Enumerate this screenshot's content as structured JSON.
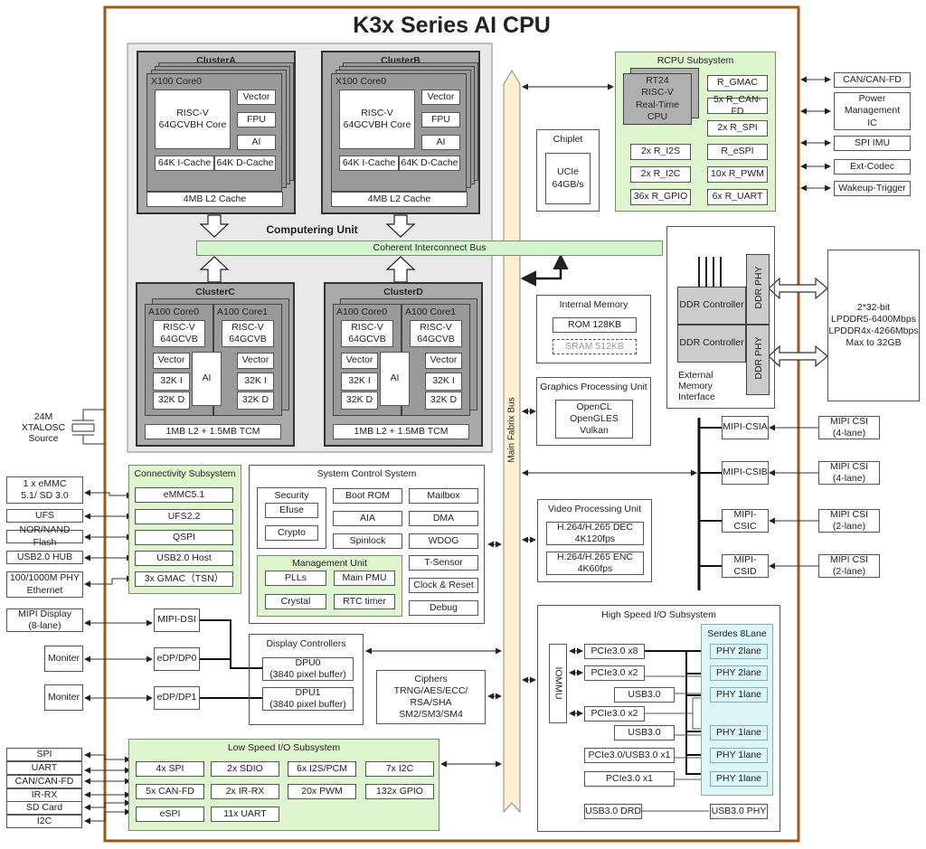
{
  "title": "K3x Series AI CPU",
  "colors": {
    "chip_border": "#9a5a1a",
    "green_fill": "#dff5cf",
    "bus_fill": "#fdf0d0",
    "interconnect_fill": "#d5f5cf",
    "serdes_fill": "#dcf6f6",
    "cluster_fill": "#aaaaaa"
  },
  "computing_unit": {
    "label": "Computering Unit",
    "interconnect": "Coherent Interconnect Bus",
    "cluster_a": {
      "name": "ClusterA",
      "core": "X100 Core0",
      "cpu": "RISC-V\n64GCVBH Core",
      "vector": "Vector",
      "fpu": "FPU",
      "ai": "AI",
      "icache": "64K I-Cache",
      "dcache": "64K D-Cache",
      "l2": "4MB L2 Cache"
    },
    "cluster_b": {
      "name": "ClusterB",
      "core": "X100 Core0",
      "cpu": "RISC-V\n64GCVBH Core",
      "vector": "Vector",
      "fpu": "FPU",
      "ai": "AI",
      "icache": "64K I-Cache",
      "dcache": "64K D-Cache",
      "l2": "4MB L2 Cache"
    },
    "cluster_c": {
      "name": "ClusterC",
      "core0": "A100 Core0",
      "core1": "A100 Core1",
      "cpu": "RISC-V\n64GCVB",
      "vector": "Vector",
      "icache": "32K I",
      "dcache": "32K D",
      "ai": "AI",
      "l2": "1MB L2 + 1.5MB TCM"
    },
    "cluster_d": {
      "name": "ClusterD",
      "core0": "A100 Core0",
      "core1": "A100 Core1",
      "cpu": "RISC-V\n64GCVB",
      "vector": "Vector",
      "icache": "32K I",
      "dcache": "32K D",
      "ai": "AI",
      "l2": "1MB L2 + 1.5MB TCM"
    }
  },
  "main_bus": "Main Fabrix Bus",
  "rcpu": {
    "title": "RCPU Subsystem",
    "cpu": "RT24\nRISC-V\nReal-Time\nCPU",
    "items": [
      "R_GMAC",
      "5x R_CAN-FD",
      "2x R_SPI",
      "2x R_I2S",
      "R_eSPI",
      "2x R_I2C",
      "10x R_PWM",
      "36x R_GPIO",
      "6x R_UART"
    ]
  },
  "external_right_top": [
    "CAN/CAN-FD",
    "Power\nManagement\nIC",
    "SPI IMU",
    "Ext-Codec",
    "Wakeup-Trigger"
  ],
  "chiplet": {
    "title": "Chiplet",
    "inner": "UCIe\n64GB/s"
  },
  "internal_memory": {
    "title": "Internal Memory",
    "rom": "ROM 128KB",
    "sram": "SRAM 512KB"
  },
  "ddr": {
    "controller": "DDR Controller",
    "phy": "DDR PHY",
    "label": "External\nMemory\nInterface",
    "external": "2*32-bit\nLPDDR5-6400Mbps\nLPDDR4x-4266Mbps\nMax to 32GB"
  },
  "gpu": {
    "title": "Graphics Processing Unit",
    "apis": "OpenCL\nOpenGLES\nVulkan"
  },
  "vpu": {
    "title": "Video Processing Unit",
    "dec": "H.264/H.265 DEC\n4K120fps",
    "enc": "H.264/H.265 ENC\n4K60fps"
  },
  "mipi_csi": {
    "internal": [
      "MIPI-CSIA",
      "MIPI-CSIB",
      "MIPI-CSIC",
      "MIPI-CSID"
    ],
    "external": [
      "MIPI CSI\n(4-lane)",
      "MIPI CSI\n(4-lane)",
      "MIPI CSI\n(2-lane)",
      "MIPI CSI\n(2-lane)"
    ]
  },
  "xtal": "24M\nXTALOSC\nSource",
  "connectivity": {
    "title": "Connectivity Subsystem",
    "items": [
      "eMMC5.1",
      "UFS2.2",
      "QSPI",
      "USB2.0 Host",
      "3x GMAC（TSN）"
    ],
    "external": [
      "1 x eMMC\n5.1/ SD 3.0",
      "UFS",
      "NOR/NAND Flash",
      "USB2.0 HUB",
      "100/1000M PHY\nEthernet"
    ]
  },
  "system_control": {
    "title": "System Control System",
    "security": {
      "title": "Security",
      "items": [
        "Efuse",
        "Crypto"
      ]
    },
    "middle": [
      "Boot ROM",
      "AIA",
      "Spinlock"
    ],
    "right": [
      "Mailbox",
      "DMA",
      "WDOG",
      "T-Sensor",
      "Clock & Reset",
      "Debug"
    ],
    "management": {
      "title": "Management Unit",
      "items": [
        "PLLs",
        "Main PMU",
        "Crystal",
        "RTC timer"
      ]
    }
  },
  "display": {
    "title": "Display Controllers",
    "dpu0": "DPU0\n(3840 pixel buffer)",
    "dpu1": "DPU1\n(3840 pixel buffer)",
    "ifaces": [
      "MIPI-DSI",
      "eDP/DP0",
      "eDP/DP1"
    ],
    "external": [
      "MIPI Display\n(8-lane)",
      "Moniter",
      "Moniter"
    ]
  },
  "ciphers": "Ciphers\nTRNG/AES/ECC/\nRSA/SHA\nSM2/SM3/SM4",
  "hsio": {
    "title": "High Speed I/O Subsystem",
    "iommu": "IOMMU",
    "controllers": [
      "PCIe3.0 x8",
      "PCIe3.0 x2",
      "USB3.0",
      "PCIe3.0 x2",
      "USB3.0",
      "PCIe3.0/USB3.0 x1",
      "PCIe3.0 x1"
    ],
    "serdes_title": "Serdes 8Lane",
    "phys": [
      "PHY 2lane",
      "PHY 2lane",
      "PHY 1lane",
      "PHY 1lane",
      "PHY 1lane",
      "PHY 1lane"
    ],
    "usb_drd": "USB3.0 DRD",
    "usb_phy": "USB3.0 PHY"
  },
  "lsio": {
    "title": "Low Speed I/O Subsystem",
    "items": [
      "4x SPI",
      "2x SDIO",
      "6x I2S/PCM",
      "7x I2C",
      "5x CAN-FD",
      "2x IR-RX",
      "20x PWM",
      "132x GPIO",
      "eSPI",
      "11x UART"
    ],
    "external": [
      "SPI",
      "UART",
      "CAN/CAN-FD",
      "IR-RX",
      "SD Card",
      "I2C"
    ]
  }
}
